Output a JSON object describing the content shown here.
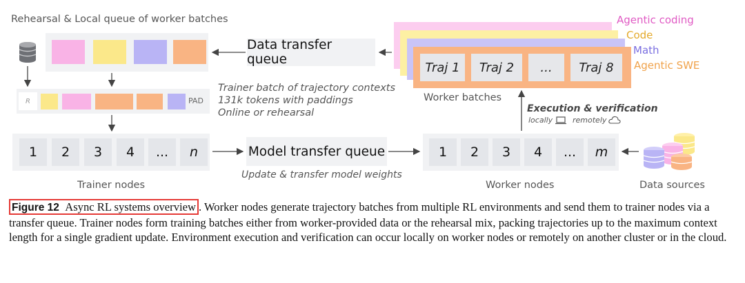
{
  "colors": {
    "pink": "#f9b3e6",
    "yellow": "#fbe88a",
    "purple": "#b9b4f5",
    "orange": "#f9b483",
    "agentic_coding": "#e05bc4",
    "code": "#e3a92a",
    "math": "#7a6ee0",
    "agentic_swe": "#f0a24a",
    "highlight": "#e53935"
  },
  "top_left_label": "Rehearsal & Local queue of worker batches",
  "data_transfer_queue": "Data transfer queue",
  "pad_label": "PAD",
  "r_label": "R",
  "trainer_batch_text": [
    "Trainer batch of trajectory contexts",
    "131k tokens with paddings",
    "Online or rehearsal"
  ],
  "trainer_cells": [
    "1",
    "2",
    "3",
    "4",
    "...",
    "n"
  ],
  "trainer_nodes_label": "Trainer nodes",
  "model_transfer_queue": "Model transfer queue",
  "update_text": "Update & transfer model weights",
  "worker_cells": [
    "1",
    "2",
    "3",
    "4",
    "...",
    "m"
  ],
  "worker_nodes_label": "Worker nodes",
  "data_sources_label": "Data sources",
  "environments": [
    "Agentic coding",
    "Code",
    "Math",
    "Agentic SWE"
  ],
  "traj_cells": [
    "Traj 1",
    "Traj 2",
    "...",
    "Traj 8"
  ],
  "worker_batches_label": "Worker batches",
  "exec_verify": "Execution & verification",
  "locally": "locally",
  "remotely": "remotely",
  "caption": {
    "figure_label": "Figure 12",
    "figure_title": "Async RL systems overview",
    "text": ". Worker nodes generate trajectory batches from multiple RL environments and send them to trainer nodes via a transfer queue. Trainer nodes form training batches either from worker-provided data or the rehearsal mix, packing trajectories up to the maximum context length for a single gradient update. Environment execution and verification can occur locally on worker nodes or remotely on another cluster or in the cloud."
  }
}
